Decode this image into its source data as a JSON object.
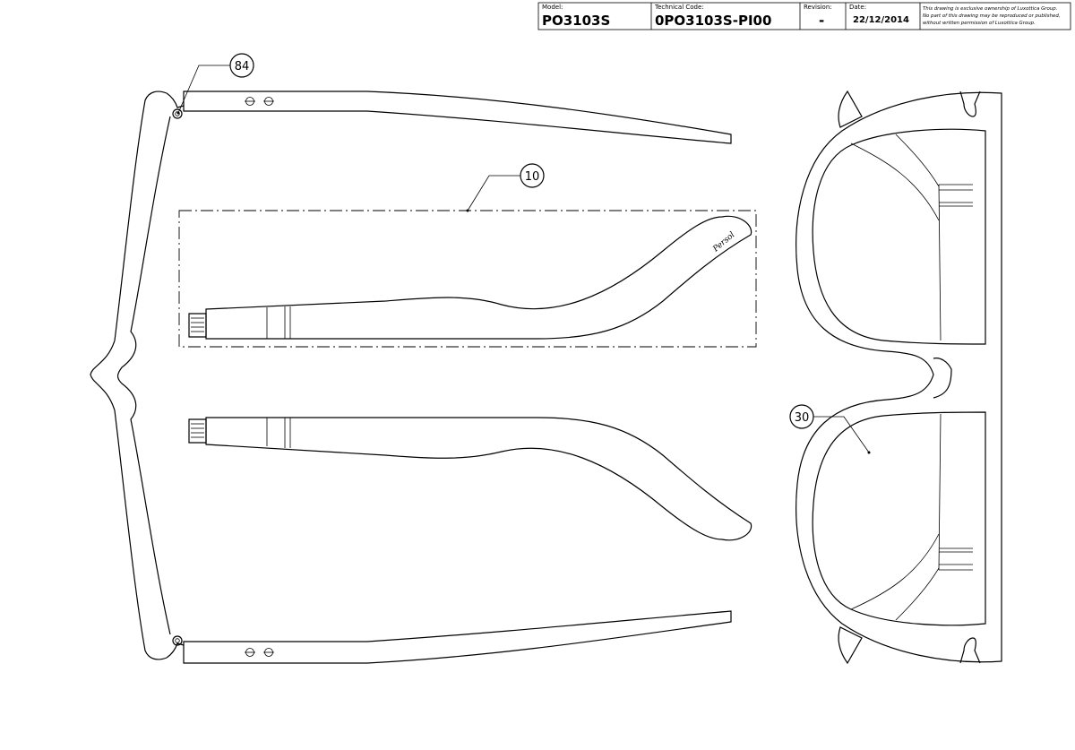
{
  "title_block": {
    "model_label": "Model:",
    "model_value": "PO3103S",
    "tech_code_label": "Technical Code:",
    "tech_code_value": "0PO3103S-PI00",
    "revision_label": "Revision:",
    "revision_value": "-",
    "date_label": "Date:",
    "date_value": "22/12/2014",
    "note_line1": "This drawing is exclusive ownership of Luxottica Group.",
    "note_line2": "No part of this drawing may be reproduced or published,",
    "note_line3": "without written permission of Luxottica Group."
  },
  "callouts": {
    "hinge": "84",
    "temple": "10",
    "lens": "30"
  },
  "temple_logo": "Persol"
}
